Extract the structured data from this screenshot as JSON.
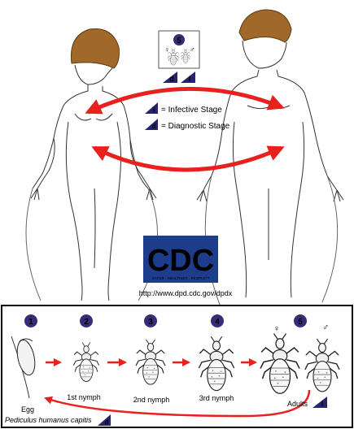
{
  "legend": {
    "infective_symbol": "i",
    "infective_text": "= Infective Stage",
    "diagnostic_symbol": "d",
    "diagnostic_text": "= Diagnostic Stage"
  },
  "transmission_box": {
    "number": "5",
    "female_symbol": "♀",
    "male_symbol": "♂",
    "badge_d": "d",
    "badge_i": "i"
  },
  "logo": {
    "text": "CDC",
    "tagline": "SAFER · HEALTHIER · PEOPLE™",
    "url": "http://www.dpd.cdc.gov/dpdx"
  },
  "lifecycle": {
    "stages": [
      {
        "number": "1",
        "label": "Egg"
      },
      {
        "number": "2",
        "label": "1st nymph"
      },
      {
        "number": "3",
        "label": "2nd nymph"
      },
      {
        "number": "4",
        "label": "3rd nymph"
      },
      {
        "number": "5",
        "label": "Adults"
      }
    ],
    "female_symbol": "♀",
    "male_symbol": "♂",
    "adult_badge": "i",
    "species": "Pediculus humanus capitis",
    "species_badge": "d"
  },
  "colors": {
    "arrow_red": "#e8201e",
    "badge_navy": "#27246e",
    "number_purple": "#3a2a7a",
    "hair_brown": "#a0692a",
    "logo_blue": "#1d3d8c"
  },
  "icons": [
    "infective-badge-icon",
    "diagnostic-badge-icon",
    "louse-icon",
    "egg-icon"
  ]
}
